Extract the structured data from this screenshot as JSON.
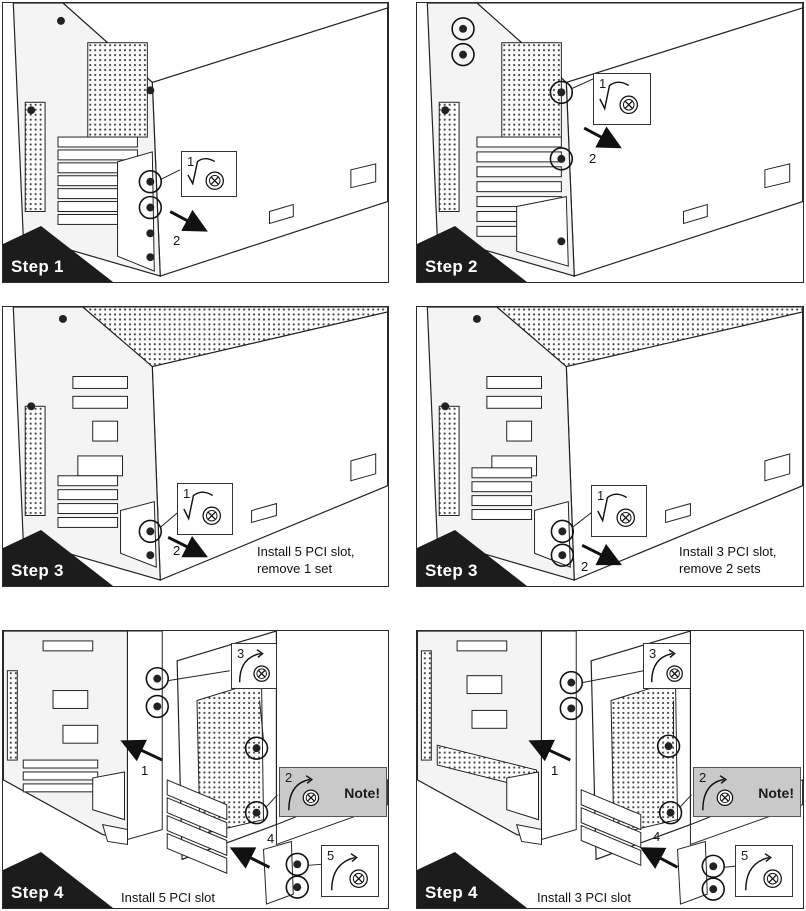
{
  "panels": [
    {
      "step": "Step 1",
      "caption": "",
      "callouts": [
        {
          "num": "1",
          "icon": "screw-loosen-icon"
        }
      ],
      "arrow_nums": [
        "2"
      ]
    },
    {
      "step": "Step 2",
      "caption": "",
      "callouts": [
        {
          "num": "1",
          "icon": "screw-loosen-icon"
        }
      ],
      "arrow_nums": [
        "2"
      ]
    },
    {
      "step": "Step 3",
      "caption": "Install 5 PCI slot,\nremove 1 set",
      "callouts": [
        {
          "num": "1",
          "icon": "screw-loosen-icon"
        }
      ],
      "arrow_nums": [
        "2"
      ]
    },
    {
      "step": "Step 3",
      "caption": "Install  3 PCI slot,\nremove 2 sets",
      "callouts": [
        {
          "num": "1",
          "icon": "screw-loosen-icon"
        }
      ],
      "arrow_nums": [
        "2"
      ]
    },
    {
      "step": "Step 4",
      "caption": "Install 5 PCI slot",
      "callouts": [
        {
          "num": "3",
          "icon": "screw-tighten-icon"
        },
        {
          "num": "2",
          "icon": "screw-tighten-icon",
          "note": "Note!"
        },
        {
          "num": "5",
          "icon": "screw-tighten-icon"
        }
      ],
      "arrow_nums": [
        "1",
        "4"
      ]
    },
    {
      "step": "Step 4",
      "caption": "Install 3 PCI slot",
      "callouts": [
        {
          "num": "3",
          "icon": "screw-tighten-icon"
        },
        {
          "num": "2",
          "icon": "screw-tighten-icon",
          "note": "Note!"
        },
        {
          "num": "5",
          "icon": "screw-tighten-icon"
        }
      ],
      "arrow_nums": [
        "1",
        "4"
      ]
    }
  ],
  "colors": {
    "ink": "#1a1a1a",
    "tag": "#1c1c1c",
    "note_bg": "#c9c9c9",
    "panel_bg": "#ffffff"
  }
}
